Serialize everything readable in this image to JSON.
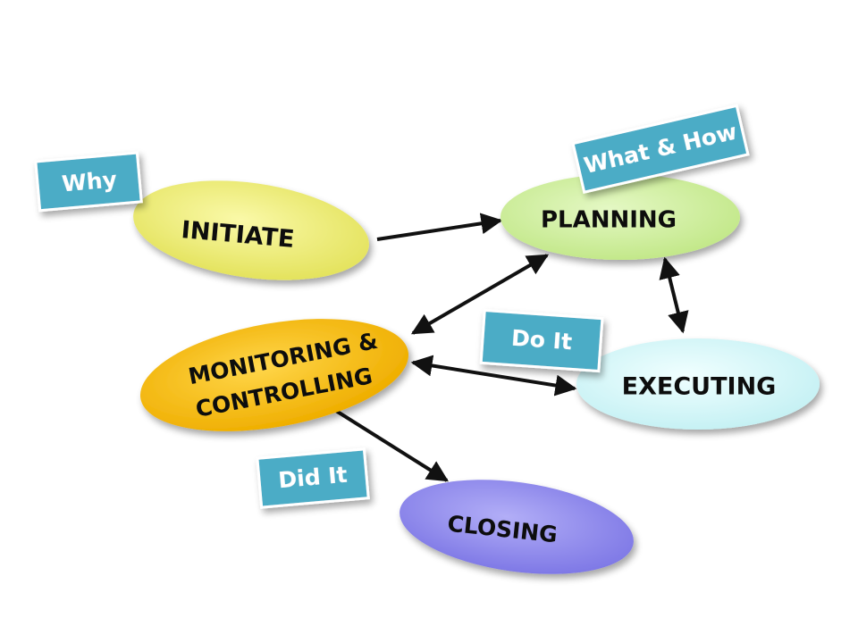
{
  "nodes": {
    "initiate": {
      "label": "INITIATE",
      "color": "#ECEB7A"
    },
    "planning": {
      "label": "PLANNING",
      "color": "#D4F1A2"
    },
    "executing": {
      "label": "EXECUTING",
      "color": "#D8FBFC"
    },
    "monitoring": {
      "line1": "MONITORING &",
      "line2": "CONTROLLING",
      "color": "#F5BE0B"
    },
    "closing": {
      "label": "CLOSING",
      "color": "#9590EE"
    }
  },
  "tags": {
    "why": "Why",
    "what_how": "What & How",
    "do_it": "Do It",
    "did_it": "Did It",
    "color": "#4BACC6"
  },
  "icons": {
    "arrow": "arrow-icon"
  }
}
